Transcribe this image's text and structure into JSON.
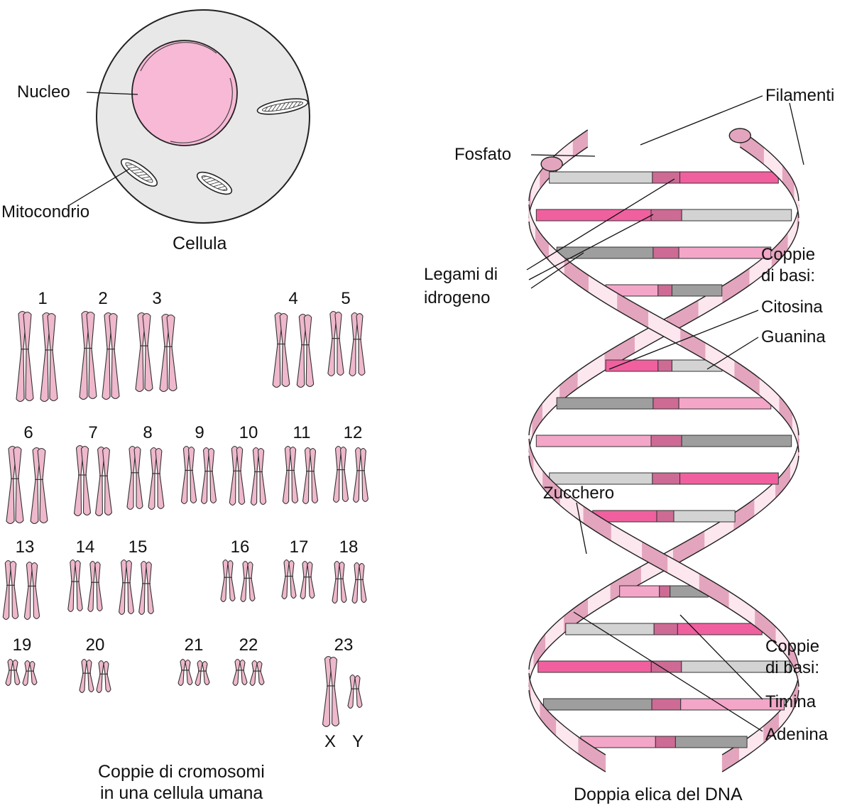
{
  "cell": {
    "nucleus_label": "Nucleo",
    "mitochondrion_label": "Mitocondrio",
    "caption": "Cellula"
  },
  "karyotype": {
    "pairs": [
      "1",
      "2",
      "3",
      "4",
      "5",
      "6",
      "7",
      "8",
      "9",
      "10",
      "11",
      "12",
      "13",
      "14",
      "15",
      "16",
      "17",
      "18",
      "19",
      "20",
      "21",
      "22",
      "23"
    ],
    "sex_labels": [
      "X",
      "Y"
    ],
    "caption_line1": "Coppie di cromosomi",
    "caption_line2": "in una cellula umana"
  },
  "dna": {
    "labels": {
      "phosphate": "Fosfato",
      "strands": "Filamenti",
      "hydrogen_bonds_line1": "Legami di",
      "hydrogen_bonds_line2": "idrogeno",
      "base_pairs_upper_line1": "Coppie",
      "base_pairs_upper_line2": "di basi:",
      "cytosine": "Citosina",
      "guanine": "Guanina",
      "sugar": "Zucchero",
      "base_pairs_lower_line1": "Coppie",
      "base_pairs_lower_line2": "di basi:",
      "thymine": "Timina",
      "adenine": "Adenina"
    },
    "caption": "Doppia elica del DNA"
  },
  "colors": {
    "cytoplasm": "#e8e8e8",
    "nucleus": "#f7b9d6",
    "chromosome": "#efb8cc",
    "strand_light": "#fde7ef",
    "strand_dark": "#e3a5bd",
    "cytosine": "#f0609f",
    "guanine": "#d3d3d3",
    "thymine": "#f3a6c8",
    "adenine": "#9e9e9e",
    "link": "#cd6b95"
  }
}
